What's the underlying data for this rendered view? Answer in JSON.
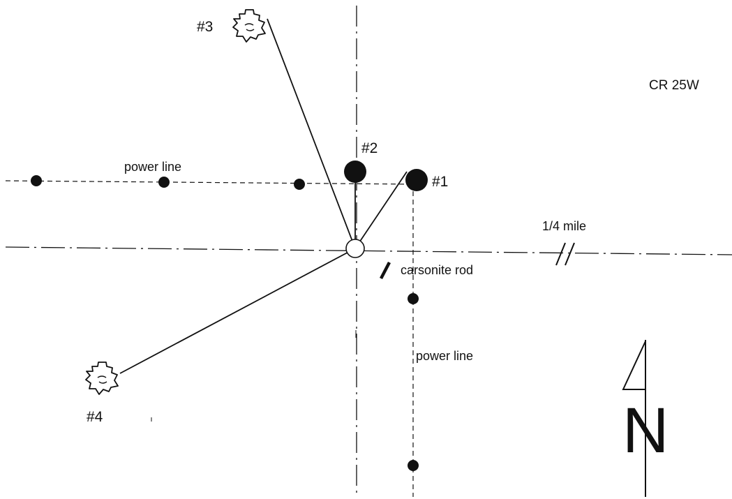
{
  "labels": {
    "road": "CR 25W",
    "power_line_horizontal": "power line",
    "power_line_vertical": "power line",
    "distance": "1/4 mile",
    "rod": "carsonite rod",
    "north": "N"
  },
  "points": [
    {
      "id": "p1",
      "label": "#1",
      "symbol": "large-filled-circle"
    },
    {
      "id": "p2",
      "label": "#2",
      "symbol": "large-filled-circle"
    },
    {
      "id": "p3",
      "label": "#3",
      "symbol": "tree-outline"
    },
    {
      "id": "p4",
      "label": "#4",
      "symbol": "tree-outline"
    }
  ],
  "colors": {
    "ink": "#111111",
    "background": "#ffffff"
  }
}
